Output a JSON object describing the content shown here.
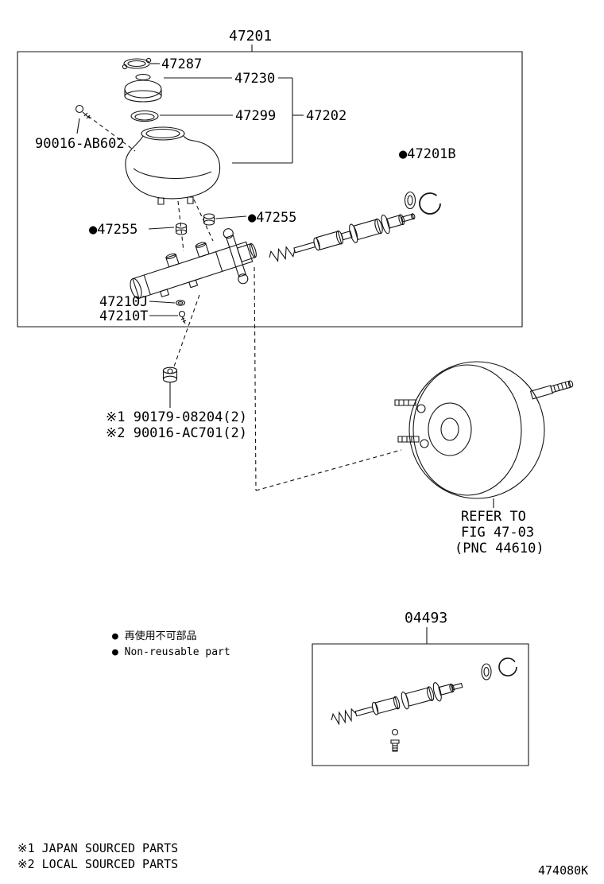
{
  "diagram": {
    "title": "47201",
    "kit_title": "04493",
    "doc_code": "474080K",
    "labels": {
      "gasket": "47287",
      "cap": "47230",
      "diaphragm": "47299",
      "reservoir": "47202",
      "reservoir_screw": "90016-AB602",
      "snap_ring": "●47201B",
      "grommet_right": "●47255",
      "grommet_left": "●47255",
      "clip": "47210J",
      "bolt": "47210T",
      "nut_note1": "※1 90179-08204(2)",
      "nut_note2": "※2 90016-AC701(2)"
    },
    "booster_ref": {
      "line1": "REFER TO",
      "line2": "FIG 47-03",
      "line3": "(PNC 44610)"
    },
    "legend": {
      "jp": "● 再使用不可部品",
      "en": "● Non-reusable part"
    },
    "footer": {
      "sourced1": "※1 JAPAN SOURCED PARTS",
      "sourced2": "※2 LOCAL SOURCED PARTS"
    }
  }
}
